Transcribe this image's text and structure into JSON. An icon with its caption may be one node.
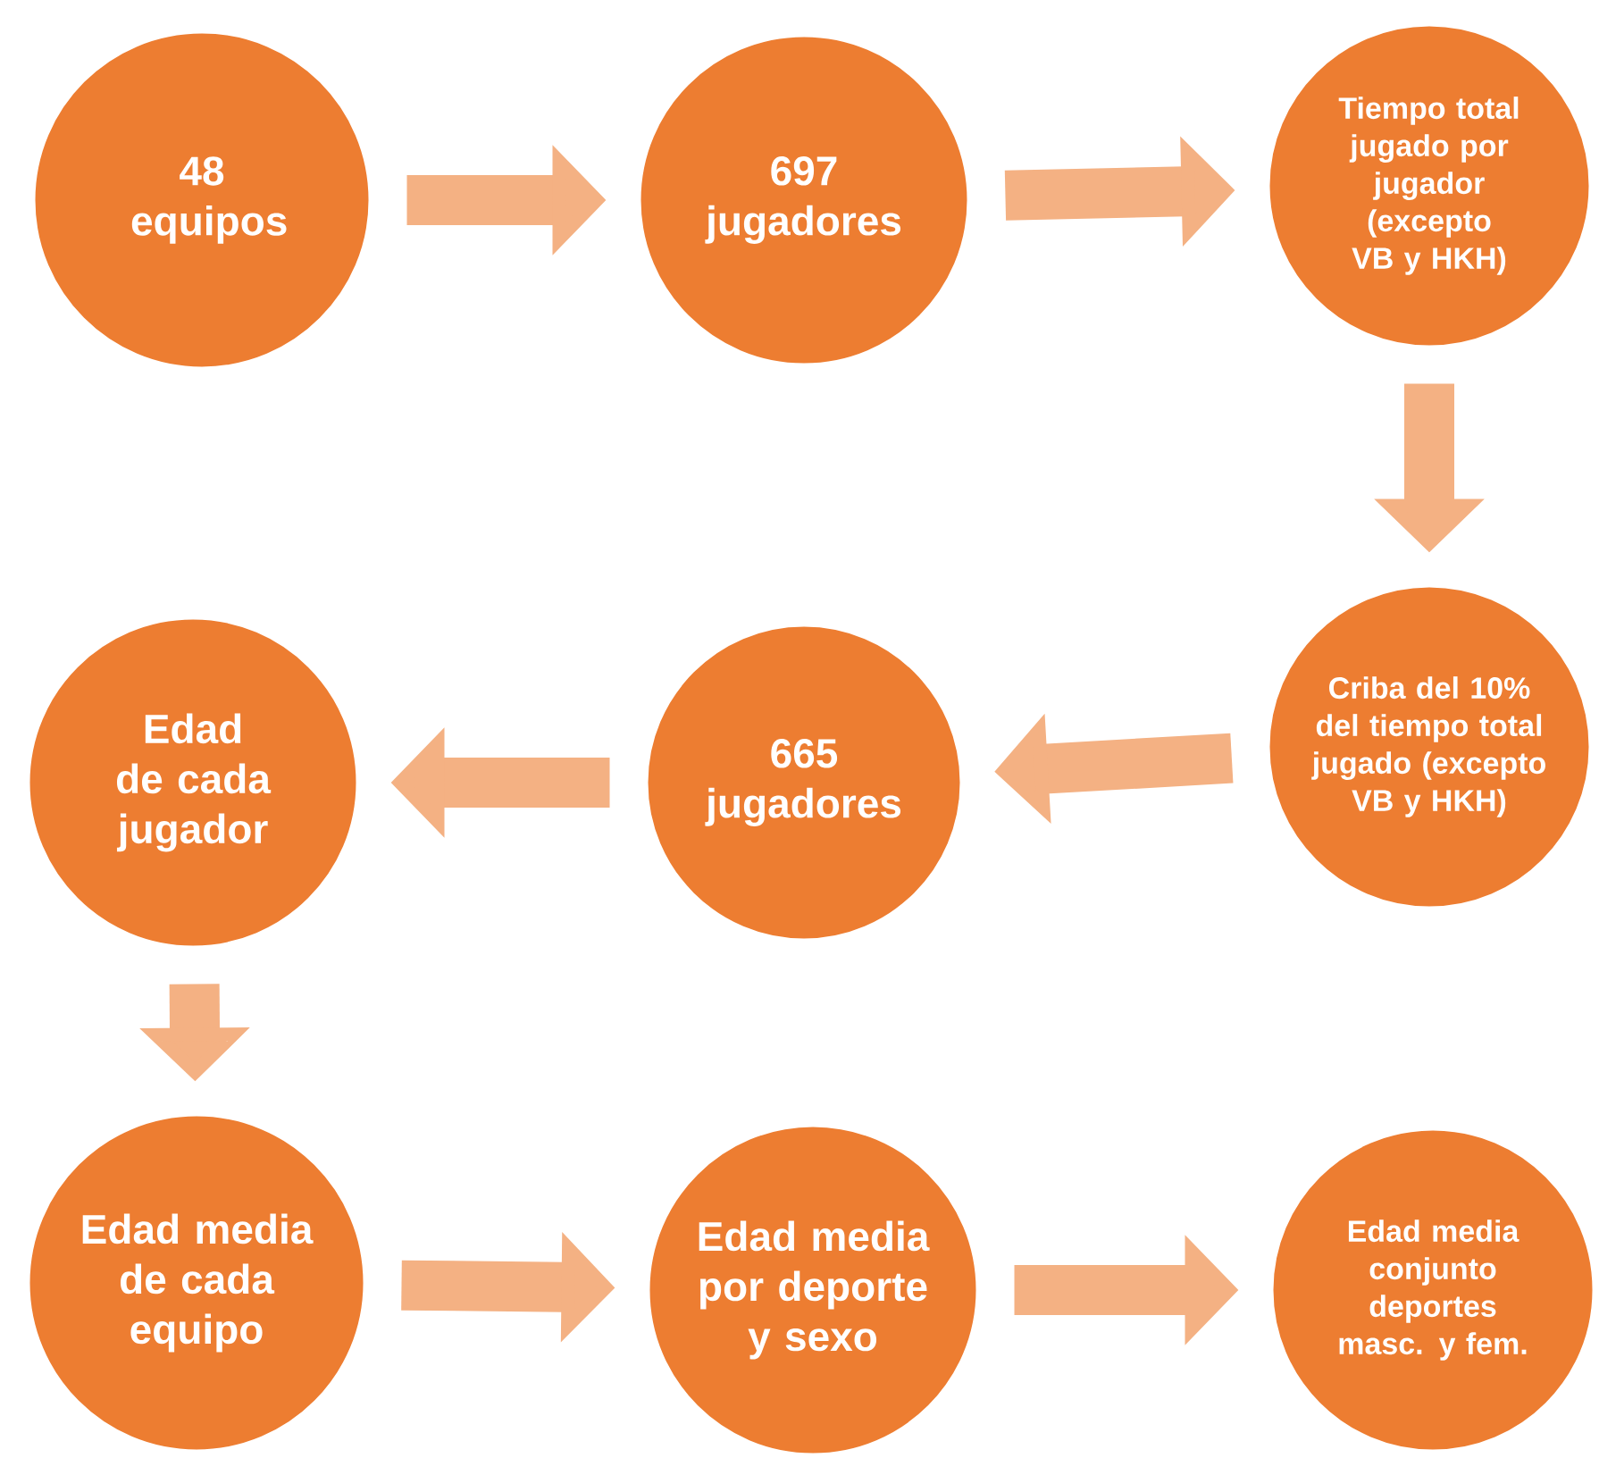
{
  "diagram": {
    "nodes": [
      {
        "text": [
          "48 equipos"
        ]
      },
      {
        "text": [
          "697 jugadores"
        ]
      },
      {
        "text": [
          "Tiempo total jugado por jugador (excepto VB y HKH)"
        ]
      },
      {
        "text": [
          "Criba del 10% del tiempo total jugado (excepto VB y HKH)"
        ]
      },
      {
        "text": [
          "665 jugadores"
        ]
      },
      {
        "text": [
          "Edad de cada jugador"
        ]
      },
      {
        "text": [
          "Edad media de cada equipo"
        ]
      },
      {
        "text": [
          "Edad media por deporte y sexo"
        ]
      },
      {
        "text": [
          "Edad media conjunto deportes masc. y fem."
        ]
      }
    ],
    "edges": [
      {
        "from": 0,
        "to": 1,
        "arrow": "to"
      },
      {
        "from": 1,
        "to": 2,
        "arrow": "to"
      },
      {
        "from": 2,
        "to": 3,
        "arrow": "to"
      },
      {
        "from": 3,
        "to": 4,
        "arrow": "to"
      },
      {
        "from": 4,
        "to": 5,
        "arrow": "to"
      },
      {
        "from": 5,
        "to": 6,
        "arrow": "to"
      },
      {
        "from": 6,
        "to": 7,
        "arrow": "to"
      },
      {
        "from": 7,
        "to": 8,
        "arrow": "to"
      }
    ]
  }
}
